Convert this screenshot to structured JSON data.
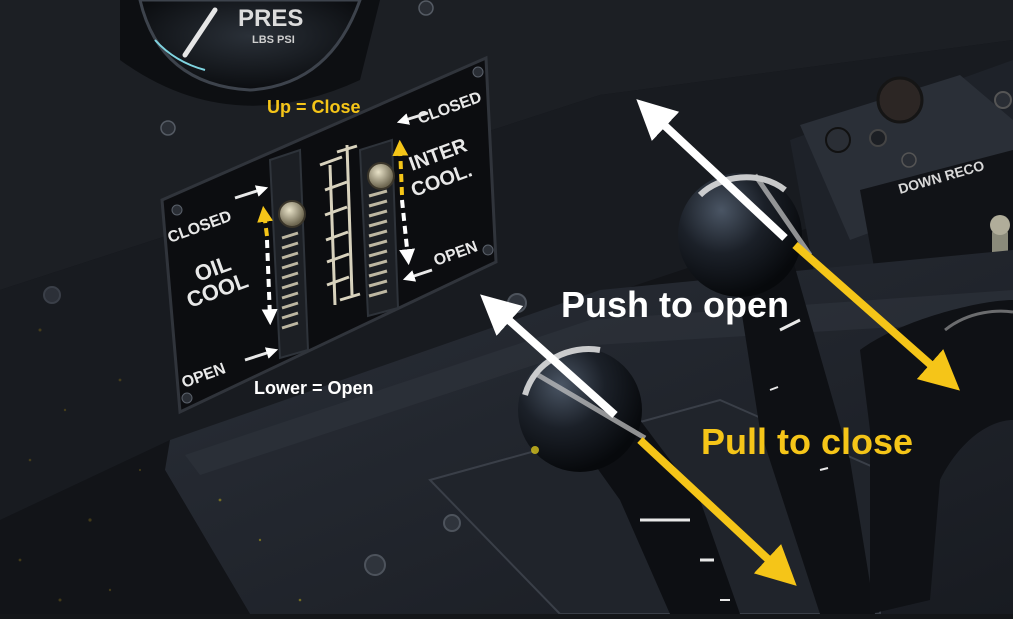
{
  "gauge": {
    "label": "PRES",
    "units": "LBS PSI"
  },
  "panel": {
    "oil_cool_label": [
      "OIL",
      "COOL"
    ],
    "inter_cool_label": [
      "INTER",
      "COOL."
    ],
    "oil_closed": "CLOSED",
    "oil_open": "OPEN",
    "inter_closed": "CLOSED",
    "inter_open": "OPEN"
  },
  "placard_right": "DOWN RECO",
  "annotations": {
    "up_close": "Up = Close",
    "lower_open": "Lower = Open",
    "push_open": "Push to open",
    "pull_close": "Pull to close"
  },
  "colors": {
    "annotation_yellow": "#f5c518",
    "annotation_white": "#ffffff",
    "panel_black": "#0c0d10",
    "cockpit_dark": "#1a1d22"
  }
}
